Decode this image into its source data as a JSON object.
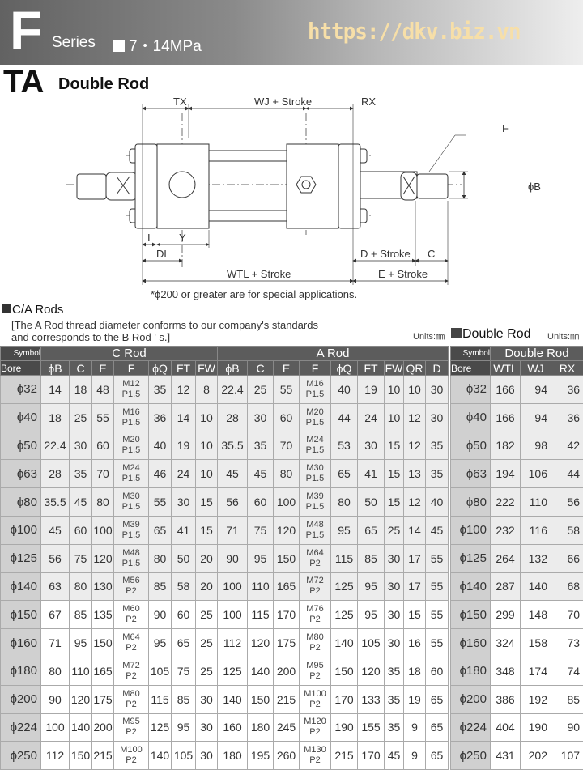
{
  "header": {
    "series_letter": "F",
    "series_label": "Series",
    "pressure": "7・14MPa",
    "url": "https://dkv.biz.vn"
  },
  "title": {
    "code": "TA",
    "name": "Double Rod"
  },
  "diagram": {
    "labels": {
      "tx": "TX",
      "wj": "WJ + Stroke",
      "rx": "RX",
      "f": "F",
      "phib": "ϕB",
      "i": "I",
      "y": "Y",
      "dl": "DL",
      "wtl": "WTL + Stroke",
      "d": "D + Stroke",
      "c": "C",
      "e": "E + Stroke"
    },
    "note": "*ϕ200 or greater are for special applications."
  },
  "section": {
    "title": "C/A Rods",
    "desc1": "[The A Rod thread diameter conforms to our company's standards",
    "desc2": " and corresponds to the B Rod ' s.]",
    "units1": "Units:㎜",
    "double_title": "Double Rod",
    "units2": "Units:㎜"
  },
  "main_table": {
    "symbol": "Symbol",
    "bore": "Bore",
    "c_rod": "C Rod",
    "a_rod": "A Rod",
    "c_cols": [
      "ϕB",
      "C",
      "E",
      "F",
      "ϕQ",
      "FT",
      "FW"
    ],
    "a_cols": [
      "ϕB",
      "C",
      "E",
      "F",
      "ϕQ",
      "FT",
      "FW",
      "QR",
      "D"
    ],
    "rows": [
      {
        "bore": "ϕ32",
        "c": [
          "14",
          "18",
          "48",
          [
            "M12",
            "P1.5"
          ],
          "35",
          "12",
          "8"
        ],
        "a": [
          "22.4",
          "25",
          "55",
          [
            "M16",
            "P1.5"
          ],
          "40",
          "19",
          "10",
          "10",
          "30"
        ]
      },
      {
        "bore": "ϕ40",
        "c": [
          "18",
          "25",
          "55",
          [
            "M16",
            "P1.5"
          ],
          "36",
          "14",
          "10"
        ],
        "a": [
          "28",
          "30",
          "60",
          [
            "M20",
            "P1.5"
          ],
          "44",
          "24",
          "10",
          "12",
          "30"
        ]
      },
      {
        "bore": "ϕ50",
        "c": [
          "22.4",
          "30",
          "60",
          [
            "M20",
            "P1.5"
          ],
          "40",
          "19",
          "10"
        ],
        "a": [
          "35.5",
          "35",
          "70",
          [
            "M24",
            "P1.5"
          ],
          "53",
          "30",
          "15",
          "12",
          "35"
        ]
      },
      {
        "bore": "ϕ63",
        "c": [
          "28",
          "35",
          "70",
          [
            "M24",
            "P1.5"
          ],
          "46",
          "24",
          "10"
        ],
        "a": [
          "45",
          "45",
          "80",
          [
            "M30",
            "P1.5"
          ],
          "65",
          "41",
          "15",
          "13",
          "35"
        ]
      },
      {
        "bore": "ϕ80",
        "c": [
          "35.5",
          "45",
          "80",
          [
            "M30",
            "P1.5"
          ],
          "55",
          "30",
          "15"
        ],
        "a": [
          "56",
          "60",
          "100",
          [
            "M39",
            "P1.5"
          ],
          "80",
          "50",
          "15",
          "12",
          "40"
        ]
      },
      {
        "bore": "ϕ100",
        "c": [
          "45",
          "60",
          "100",
          [
            "M39",
            "P1.5"
          ],
          "65",
          "41",
          "15"
        ],
        "a": [
          "71",
          "75",
          "120",
          [
            "M48",
            "P1.5"
          ],
          "95",
          "65",
          "25",
          "14",
          "45"
        ]
      },
      {
        "bore": "ϕ125",
        "c": [
          "56",
          "75",
          "120",
          [
            "M48",
            "P1.5"
          ],
          "80",
          "50",
          "20"
        ],
        "a": [
          "90",
          "95",
          "150",
          [
            "M64",
            "P2"
          ],
          "115",
          "85",
          "30",
          "17",
          "55"
        ]
      },
      {
        "bore": "ϕ140",
        "c": [
          "63",
          "80",
          "130",
          [
            "M56",
            "P2"
          ],
          "85",
          "58",
          "20"
        ],
        "a": [
          "100",
          "110",
          "165",
          [
            "M72",
            "P2"
          ],
          "125",
          "95",
          "30",
          "17",
          "55"
        ]
      },
      {
        "bore": "ϕ150",
        "c": [
          "67",
          "85",
          "135",
          [
            "M60",
            "P2"
          ],
          "90",
          "60",
          "25"
        ],
        "a": [
          "100",
          "115",
          "170",
          [
            "M76",
            "P2"
          ],
          "125",
          "95",
          "30",
          "15",
          "55"
        ]
      },
      {
        "bore": "ϕ160",
        "c": [
          "71",
          "95",
          "150",
          [
            "M64",
            "P2"
          ],
          "95",
          "65",
          "25"
        ],
        "a": [
          "112",
          "120",
          "175",
          [
            "M80",
            "P2"
          ],
          "140",
          "105",
          "30",
          "16",
          "55"
        ]
      },
      {
        "bore": "ϕ180",
        "c": [
          "80",
          "110",
          "165",
          [
            "M72",
            "P2"
          ],
          "105",
          "75",
          "25"
        ],
        "a": [
          "125",
          "140",
          "200",
          [
            "M95",
            "P2"
          ],
          "150",
          "120",
          "35",
          "18",
          "60"
        ]
      },
      {
        "bore": "ϕ200",
        "c": [
          "90",
          "120",
          "175",
          [
            "M80",
            "P2"
          ],
          "115",
          "85",
          "30"
        ],
        "a": [
          "140",
          "150",
          "215",
          [
            "M100",
            "P2"
          ],
          "170",
          "133",
          "35",
          "19",
          "65"
        ]
      },
      {
        "bore": "ϕ224",
        "c": [
          "100",
          "140",
          "200",
          [
            "M95",
            "P2"
          ],
          "125",
          "95",
          "30"
        ],
        "a": [
          "160",
          "180",
          "245",
          [
            "M120",
            "P2"
          ],
          "190",
          "155",
          "35",
          "9",
          "65"
        ]
      },
      {
        "bore": "ϕ250",
        "c": [
          "112",
          "150",
          "215",
          [
            "M100",
            "P2"
          ],
          "140",
          "105",
          "30"
        ],
        "a": [
          "180",
          "195",
          "260",
          [
            "M130",
            "P2"
          ],
          "215",
          "170",
          "45",
          "9",
          "65"
        ]
      }
    ]
  },
  "double_table": {
    "symbol": "Symbol",
    "bore": "Bore",
    "group": "Double Rod",
    "cols": [
      "WTL",
      "WJ",
      "RX"
    ],
    "rows": [
      {
        "bore": "ϕ32",
        "v": [
          "166",
          "94",
          "36"
        ]
      },
      {
        "bore": "ϕ40",
        "v": [
          "166",
          "94",
          "36"
        ]
      },
      {
        "bore": "ϕ50",
        "v": [
          "182",
          "98",
          "42"
        ]
      },
      {
        "bore": "ϕ63",
        "v": [
          "194",
          "106",
          "44"
        ]
      },
      {
        "bore": "ϕ80",
        "v": [
          "222",
          "110",
          "56"
        ]
      },
      {
        "bore": "ϕ100",
        "v": [
          "232",
          "116",
          "58"
        ]
      },
      {
        "bore": "ϕ125",
        "v": [
          "264",
          "132",
          "66"
        ]
      },
      {
        "bore": "ϕ140",
        "v": [
          "287",
          "140",
          "68"
        ]
      },
      {
        "bore": "ϕ150",
        "v": [
          "299",
          "148",
          "70"
        ]
      },
      {
        "bore": "ϕ160",
        "v": [
          "324",
          "158",
          "73"
        ]
      },
      {
        "bore": "ϕ180",
        "v": [
          "348",
          "174",
          "74"
        ]
      },
      {
        "bore": "ϕ200",
        "v": [
          "386",
          "192",
          "85"
        ]
      },
      {
        "bore": "ϕ224",
        "v": [
          "404",
          "190",
          "90"
        ]
      },
      {
        "bore": "ϕ250",
        "v": [
          "431",
          "202",
          "107"
        ]
      }
    ]
  }
}
